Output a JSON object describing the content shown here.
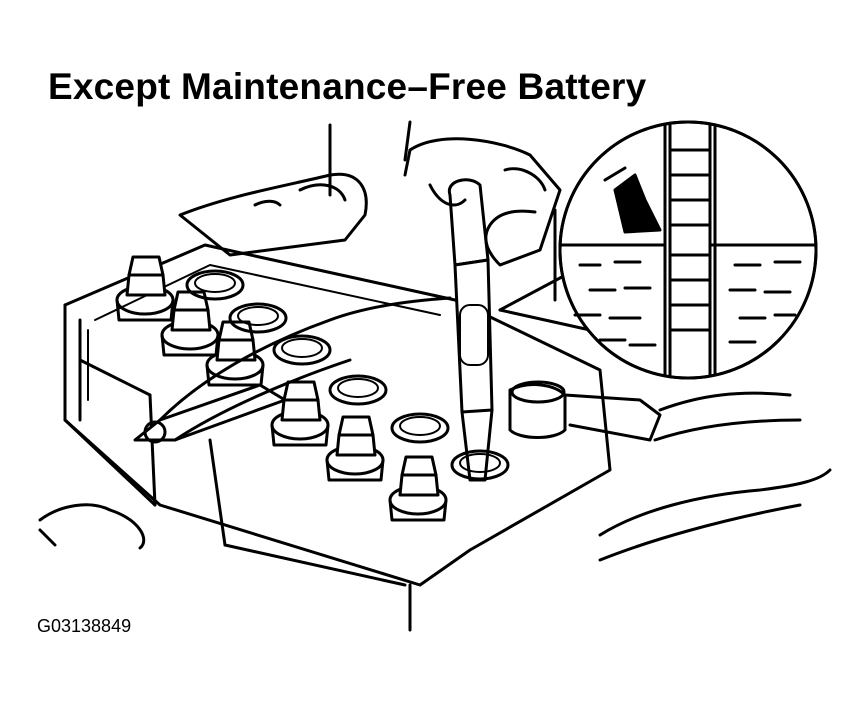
{
  "title": "Except Maintenance–Free Battery",
  "figure_id": "G03138849",
  "illustration": {
    "subject": "battery-with-hydrometer-and-electrolyte-level-magnifier",
    "cell_caps": 6,
    "open_cells": 6
  }
}
